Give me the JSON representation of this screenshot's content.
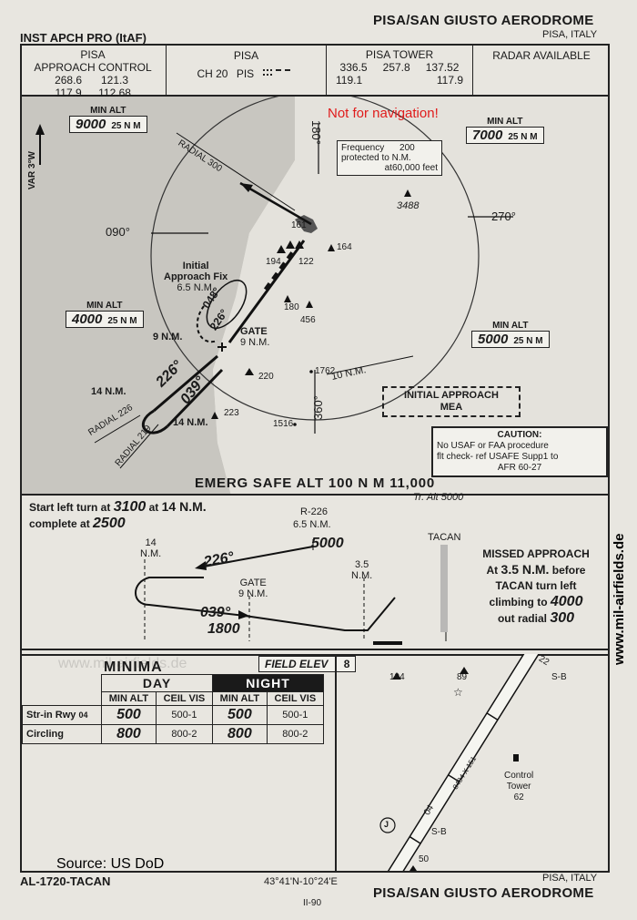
{
  "header": {
    "title": "PISA/SAN GIUSTO AERODROME",
    "location": "PISA, ITALY",
    "procedure": "INST APCH PRO (ItAF)"
  },
  "comm": {
    "approach": {
      "label1": "PISA",
      "label2": "APPROACH CONTROL",
      "freqs": [
        "268.6",
        "121.3",
        "117.9",
        "112.68"
      ]
    },
    "tacan": {
      "label": "PISA",
      "channel": "CH 20",
      "ident": "PIS"
    },
    "tower": {
      "label": "PISA TOWER",
      "freqs": [
        "336.5",
        "257.8",
        "137.52",
        "119.1",
        "117.9"
      ]
    },
    "radar": "RADAR AVAILABLE"
  },
  "plan": {
    "note": "Not for navigation!",
    "min_alt_label": "MIN ALT",
    "min_alts": [
      {
        "alt": "9000",
        "dist": "25 N M"
      },
      {
        "alt": "7000",
        "dist": "25 N M"
      },
      {
        "alt": "4000",
        "dist": "25 N M"
      },
      {
        "alt": "5000",
        "dist": "25 N M"
      }
    ],
    "var": "VAR 3°W",
    "radial_label": "RADIAL",
    "radials": {
      "r300": "300",
      "r226": "226",
      "r219": "219"
    },
    "bearings": {
      "b090": "090°",
      "b270": "270°",
      "b180": "180°",
      "b360": "360°"
    },
    "frequency_box": {
      "line1": "Frequency",
      "line2": "protected to",
      "line3": "at",
      "value": "200",
      "unit": "N.M.",
      "alt": "60,000 feet"
    },
    "iaf": {
      "line1": "Initial",
      "line2": "Approach Fix",
      "line3": "6.5 N.M."
    },
    "courses": {
      "c048": "048°",
      "c226a": "226°",
      "c226b": "226°",
      "c039": "039°"
    },
    "gate": {
      "label": "GATE",
      "dist": "9 N.M.",
      "dist_l": "9 N.M."
    },
    "dists": {
      "d14a": "14 N.M.",
      "d14b": "14 N.M.",
      "d10": "10 N.M."
    },
    "obstacles": [
      "161",
      "194",
      "122",
      "164",
      "3488",
      "180",
      "456",
      "1762",
      "220",
      "223",
      "1516"
    ],
    "iam": {
      "line1": "INITIAL APPROACH",
      "line2": "MEA"
    },
    "caution": {
      "title": "CAUTION:",
      "lines": [
        "No USAF or FAA procedure",
        "flt check- ref USAFE Supp1 to",
        "AFR 60-27"
      ]
    }
  },
  "emerg": "EMERG SAFE ALT 100 N M 11,000",
  "profile": {
    "tr_alt": "Tr. Alt 5000",
    "start_note": {
      "prefix": "Start left turn at",
      "alt1": "3100",
      "at": "at",
      "dist": "14 N.M.",
      "complete": "complete at",
      "alt2": "2500"
    },
    "r226": "R-226",
    "r226_dist": "6.5 N.M.",
    "alt5000": "5000",
    "d14": {
      "a": "14",
      "b": "N.M."
    },
    "gate": {
      "a": "GATE",
      "b": "9 N.M."
    },
    "d35": {
      "a": "3.5",
      "b": "N.M."
    },
    "tacan": "TACAN",
    "crs226": "226°",
    "crs039": "039°",
    "alt1800": "1800",
    "missed": {
      "title": "MISSED APPROACH",
      "l1": "At",
      "d": "3.5 N.M.",
      "l1b": "before",
      "l2": "TACAN turn left",
      "l3": "climbing to",
      "alt": "4000",
      "l4": "out radial",
      "radial": "300"
    }
  },
  "minima": {
    "title": "MINIMA",
    "field_elev_label": "FIELD ELEV",
    "field_elev": "8",
    "day": "DAY",
    "night": "NIGHT",
    "headers": [
      "MIN ALT",
      "CEIL VIS",
      "MIN ALT",
      "CEIL VIS"
    ],
    "rows": [
      {
        "label": "Str-in Rwy",
        "rwy": "04",
        "d_alt": "500",
        "d_cv": "500-1",
        "n_alt": "500",
        "n_cv": "500-1"
      },
      {
        "label": "Circling",
        "rwy": "",
        "d_alt": "800",
        "d_cv": "800-2",
        "n_alt": "800",
        "n_cv": "800-2"
      }
    ]
  },
  "airport": {
    "obst": [
      "194",
      "89",
      "50"
    ],
    "rwy_end1": "22",
    "rwy_end2": "04",
    "sb1": "S-B",
    "sb2": "S-B",
    "rwy_dims": "8484 X 151",
    "tower": {
      "l1": "Control",
      "l2": "Tower",
      "l3": "62"
    },
    "j": "J"
  },
  "footer": {
    "id": "AL-1720-TACAN",
    "coords": "43°41'N-10°24'E",
    "date": "II-90",
    "location": "PISA, ITALY",
    "title": "PISA/SAN GIUSTO AERODROME"
  },
  "source": "Source: US DoD",
  "watermark": "www.mil-airfields.de",
  "side_watermark": "www.mil-airfields.de"
}
